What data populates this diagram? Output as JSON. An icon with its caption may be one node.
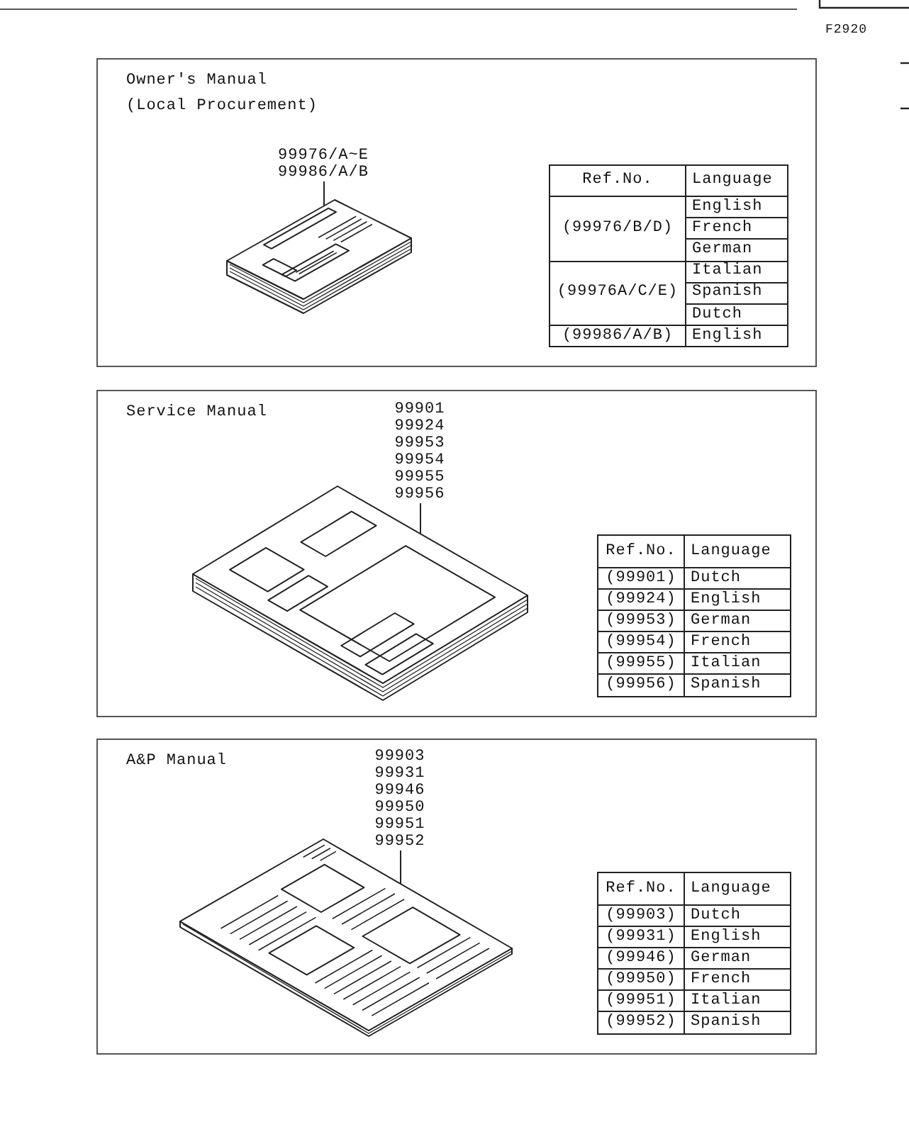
{
  "diagram": {
    "nodes": [
      {
        "text": [
          "Owner's Manual",
          "(Local Procurement)"
        ]
      },
      {
        "text": [
          "99976/A~E",
          "99986/A/B"
        ],
        "in": 0
      },
      {
        "text": [],
        "shape": "picture",
        "in": 0
      },
      {
        "text": [
          "Service Manual"
        ]
      },
      {
        "text": [
          "99901",
          "99924",
          "99953",
          "99954",
          "99955",
          "99956"
        ],
        "in": 3
      },
      {
        "text": [],
        "shape": "picture",
        "in": 3
      },
      {
        "text": [
          "A&P Manual"
        ]
      },
      {
        "text": [
          "99903",
          "99931",
          "99946",
          "99950",
          "99951",
          "99952"
        ],
        "in": 6
      },
      {
        "text": [],
        "shape": "picture",
        "in": 6
      }
    ],
    "edges": [
      {
        "from": 1,
        "to": 2,
        "arrow": "none"
      },
      {
        "from": 4,
        "to": 5,
        "arrow": "none"
      },
      {
        "from": 7,
        "to": 8,
        "arrow": "none"
      }
    ],
    "labels": [
      "F2920",
      "Ref.No.",
      "Language",
      "(99976/B/D)",
      "English",
      "French",
      "German",
      "(99976A/C/E)",
      "Italian",
      "Spanish",
      "Dutch",
      "(99986/A/B)",
      "English",
      "Ref.No.",
      "Language",
      "(99901)",
      "Dutch",
      "(99924)",
      "English",
      "(99953)",
      "German",
      "(99954)",
      "French",
      "(99955)",
      "Italian",
      "(99956)",
      "Spanish",
      "Ref.No.",
      "Language",
      "(99903)",
      "Dutch",
      "(99931)",
      "English",
      "(99946)",
      "German",
      "(99950)",
      "French",
      "(99951)",
      "Italian",
      "(99952)",
      "Spanish"
    ]
  }
}
